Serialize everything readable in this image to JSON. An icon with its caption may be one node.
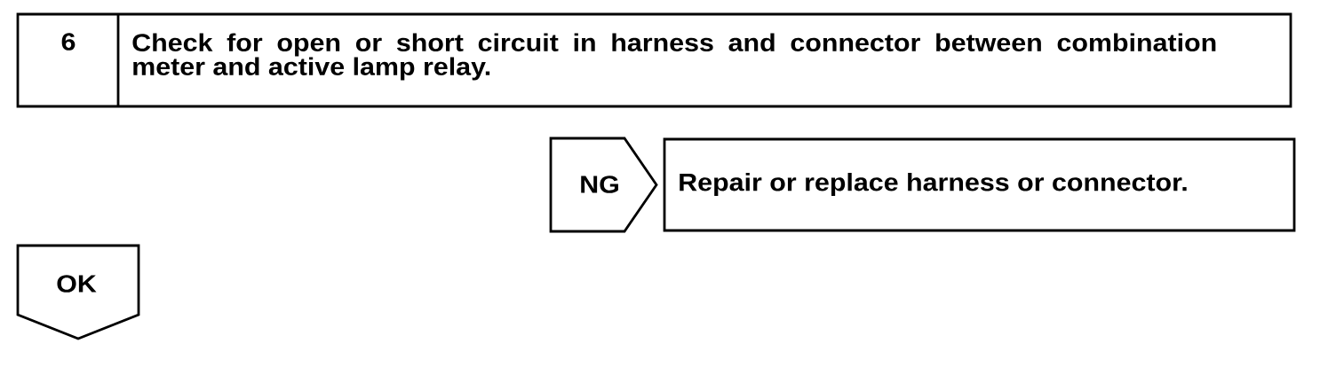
{
  "diagram": {
    "nodes": [
      {
        "text": [
          "6",
          "Check for open or short circuit in harness and connector between combination meter and active lamp relay."
        ]
      },
      {
        "text": [
          "NG"
        ]
      },
      {
        "text": [
          "Repair or replace harness or connector."
        ]
      },
      {
        "text": [
          "OK"
        ]
      }
    ]
  }
}
